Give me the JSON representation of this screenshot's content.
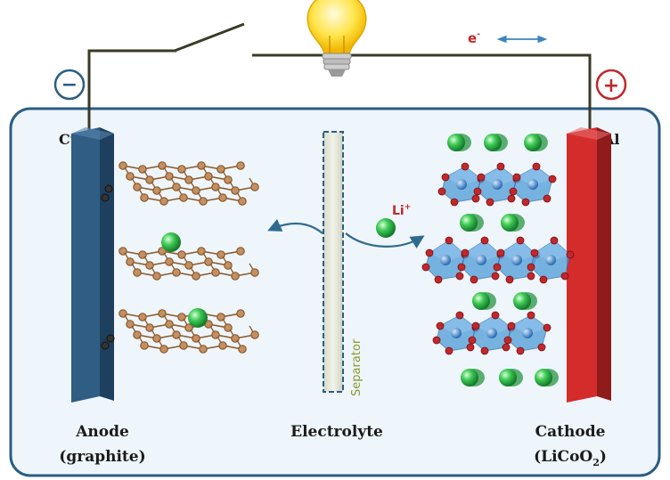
{
  "colors": {
    "cell_border": "#2b5d83",
    "cell_fill": "#eef5fb",
    "wire": "#3a3a28",
    "anode": "#2f5d84",
    "cathode": "#d42b2b",
    "carbon": "#8a5a2b",
    "lithium": "#2fb54a",
    "cobalt_oxide": "#4f9cd6",
    "oxygen": "#c0282c",
    "arrow": "#2f6a8f",
    "separator_text": "#8a9a2a"
  },
  "electron": {
    "label": "e",
    "superscript": "-"
  },
  "terminals": {
    "negative": "−",
    "positive": "+"
  },
  "electrodes": {
    "anode_metal": "Cu",
    "cathode_metal": "Al"
  },
  "ion": {
    "label": "Li",
    "superscript": "+"
  },
  "separator": {
    "label": "Separator"
  },
  "labels": {
    "anode_line1": "Anode",
    "anode_line2": "(graphite)",
    "electrolyte": "Electrolyte",
    "cathode_line1": "Cathode",
    "cathode_line2_prefix": "(LiCoO",
    "cathode_line2_sub": "2",
    "cathode_line2_suffix": ")"
  },
  "icons": [
    "light-bulb-icon",
    "switch-icon",
    "double-arrow-icon"
  ]
}
